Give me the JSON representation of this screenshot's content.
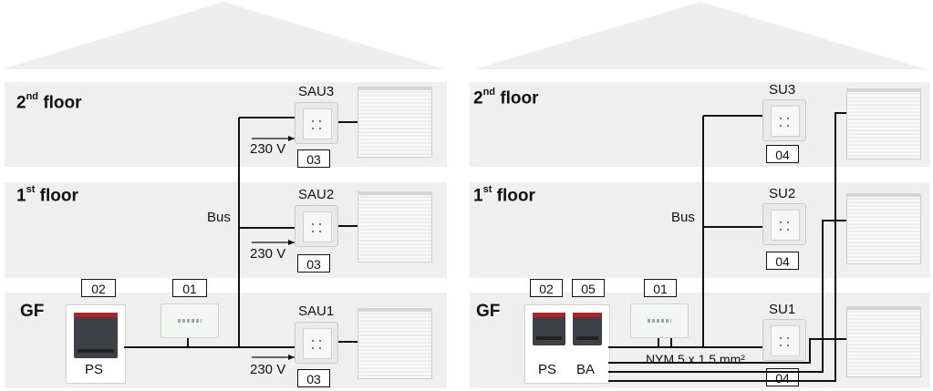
{
  "left": {
    "floors": {
      "second": "floor",
      "first": "floor",
      "gf": "GF",
      "second_num": "2",
      "second_sup": "nd",
      "first_num": "1",
      "first_sup": "st"
    },
    "devices": {
      "sau3": "SAU3",
      "sau2": "SAU2",
      "sau1": "SAU1",
      "ps_label": "PS"
    },
    "numbers": {
      "n02": "02",
      "n01": "01",
      "sau3": "03",
      "sau2": "03",
      "sau1": "03"
    },
    "voltage": "230 V",
    "bus": "Bus"
  },
  "right": {
    "floors": {
      "second": "floor",
      "first": "floor",
      "gf": "GF",
      "second_num": "2",
      "second_sup": "nd",
      "first_num": "1",
      "first_sup": "st"
    },
    "devices": {
      "su3": "SU3",
      "su2": "SU2",
      "su1": "SU1",
      "ps_label": "PS",
      "ba_label": "BA"
    },
    "numbers": {
      "n02": "02",
      "n05": "05",
      "n01": "01",
      "su3": "04",
      "su2": "04",
      "su1": "04"
    },
    "bus": "Bus",
    "cable": "NYM 5 x 1.5 mm²"
  },
  "colors": {
    "floor_bg": "#efefef",
    "roof": "#eeeeee",
    "din_body": "#3d4045",
    "din_stripe": "#b3212a"
  }
}
